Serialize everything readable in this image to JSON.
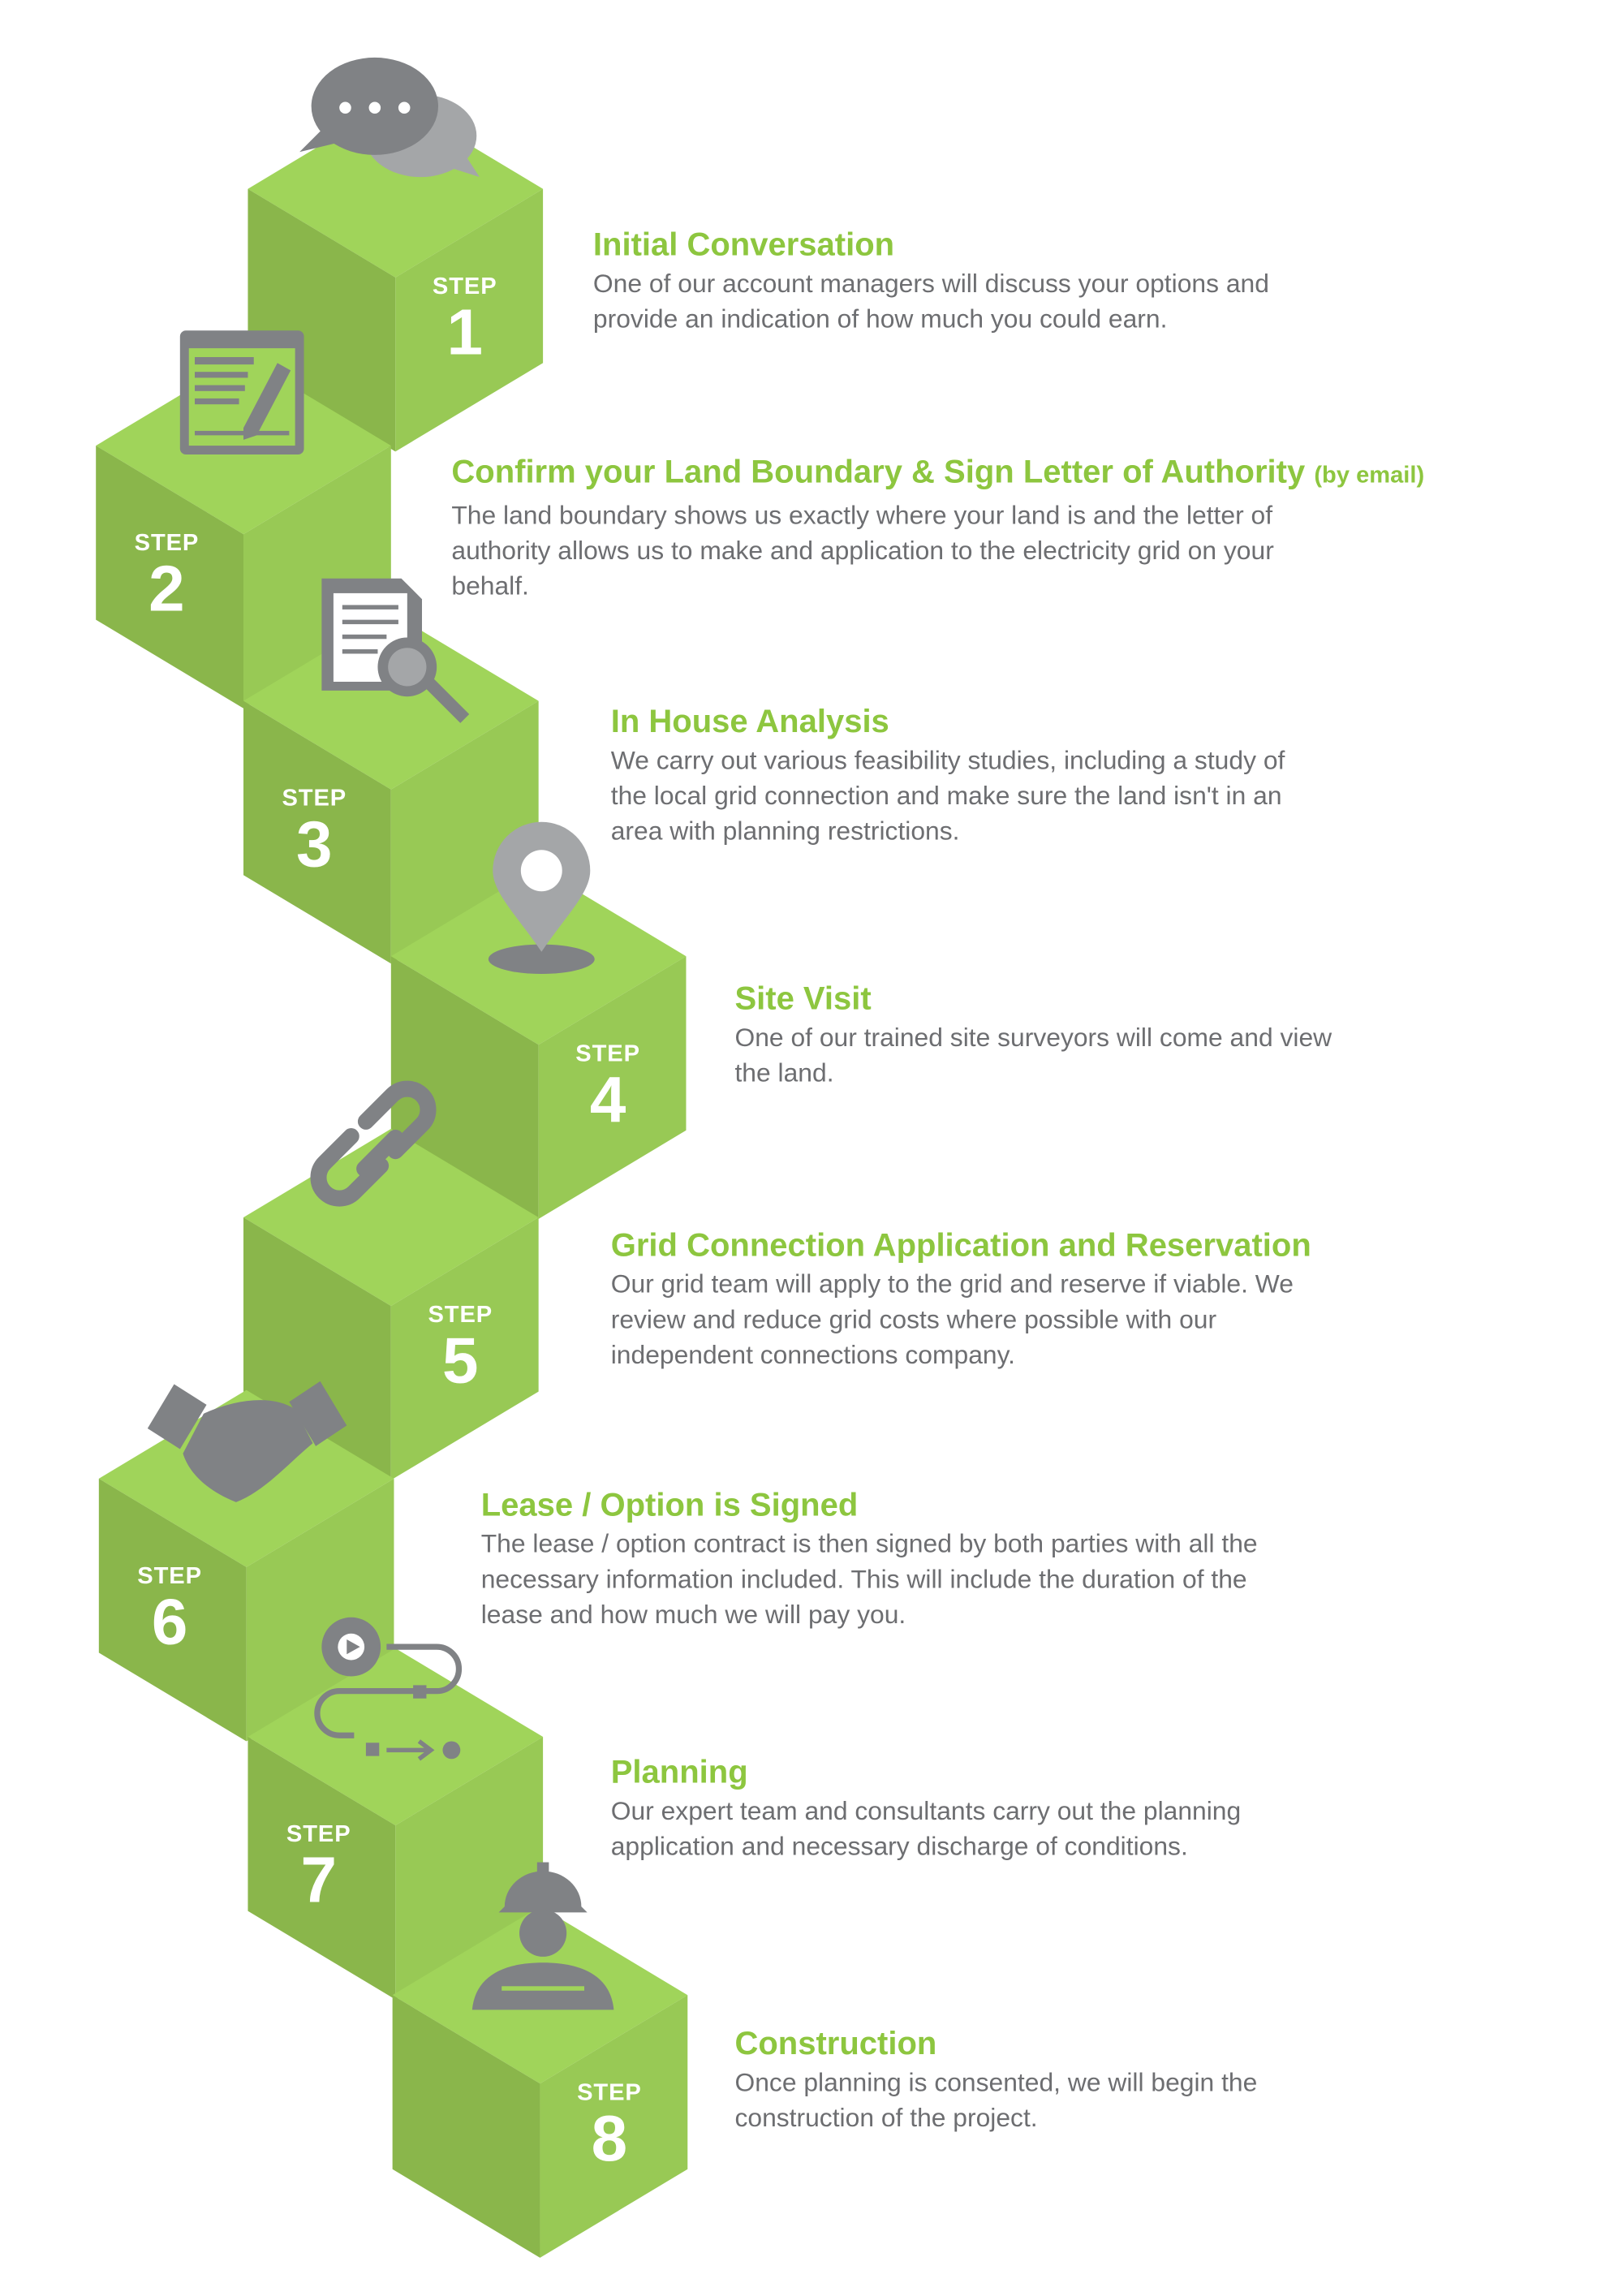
{
  "colors": {
    "accent": "#8dc63f",
    "cube_top": "#a0d45a",
    "cube_left": "#8ab64b",
    "cube_right": "#98c955",
    "icon": "#808285",
    "text": "#6d6e71"
  },
  "steps": [
    {
      "label": "STEP",
      "number": "1",
      "icon": "chat-bubbles-icon",
      "title": "Initial Conversation",
      "title_suffix": "",
      "body": [
        "One of our account managers will discuss your options and",
        "provide an indication of how much you could earn."
      ]
    },
    {
      "label": "STEP",
      "number": "2",
      "icon": "document-sign-icon",
      "title": "Confirm your Land Boundary & Sign Letter of Authority",
      "title_suffix": "(by email)",
      "body": [
        "The land boundary shows us exactly where your land is and the letter of",
        "authority allows us to make and application to the electricity grid on your",
        "behalf."
      ]
    },
    {
      "label": "STEP",
      "number": "3",
      "icon": "document-search-icon",
      "title": "In House Analysis",
      "title_suffix": "",
      "body": [
        "We carry out various feasibility studies, including a study of",
        "the local grid connection and make sure the land isn't in an",
        "area with planning restrictions."
      ]
    },
    {
      "label": "STEP",
      "number": "4",
      "icon": "map-pin-icon",
      "title": "Site Visit",
      "title_suffix": "",
      "body": [
        "One of our trained site surveyors will come and view",
        "the land."
      ]
    },
    {
      "label": "STEP",
      "number": "5",
      "icon": "chain-link-icon",
      "title": "Grid Connection Application and Reservation",
      "title_suffix": "",
      "body": [
        "Our grid team will apply to the grid and reserve if viable. We",
        "review and reduce grid costs where possible with our",
        "independent connections company."
      ]
    },
    {
      "label": "STEP",
      "number": "6",
      "icon": "handshake-icon",
      "title": "Lease / Option is Signed",
      "title_suffix": "",
      "body": [
        "The lease / option contract is then signed by both parties with all the",
        "necessary information included. This will include the duration of the",
        "lease and how much we will pay you."
      ]
    },
    {
      "label": "STEP",
      "number": "7",
      "icon": "process-gear-icon",
      "title": "Planning",
      "title_suffix": "",
      "body": [
        "Our expert team and consultants carry out the planning",
        "application and necessary discharge of conditions."
      ]
    },
    {
      "label": "STEP",
      "number": "8",
      "icon": "construction-worker-icon",
      "title": "Construction",
      "title_suffix": "",
      "body": [
        "Once planning is consented, we will begin the",
        "construction of the project."
      ]
    }
  ]
}
